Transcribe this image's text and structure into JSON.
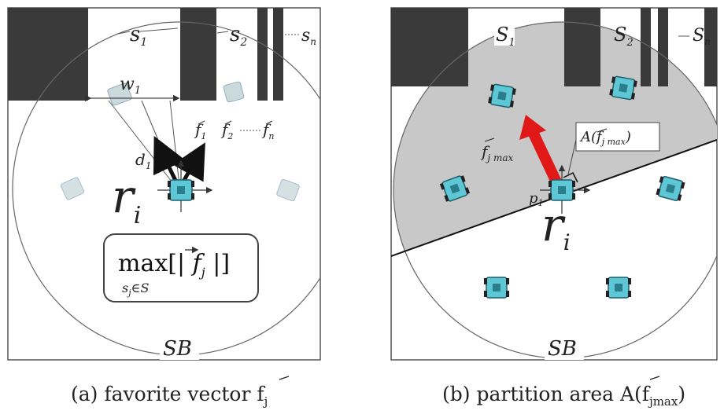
{
  "panel_a": {
    "slots": [
      "s",
      "s",
      "s"
    ],
    "slot_subs": [
      "1",
      "2",
      "n"
    ],
    "width_label": "w",
    "width_sub": "1",
    "distance_label": "d",
    "distance_sub": "1",
    "vectors": [
      "f",
      "f",
      "f"
    ],
    "vector_subs": [
      "1",
      "2",
      "n"
    ],
    "robot_label": "r",
    "robot_sub": "i",
    "formula_max": "max[| ",
    "formula_f": "f",
    "formula_j": "j",
    "formula_close": " |]",
    "formula_under": "s",
    "formula_under_sub": "j",
    "formula_under_rest": "∈S",
    "boundary_label": "SB",
    "caption": "(a) favorite vector f",
    "caption_sub": "j"
  },
  "panel_b": {
    "slots": [
      "S",
      "S",
      "S"
    ],
    "slot_subs": [
      "1",
      "2",
      "n"
    ],
    "area_label": "A(",
    "area_f": "f",
    "area_sub": "j max",
    "area_close": ")",
    "vector_label": "f",
    "vector_sub": "j max",
    "point_label": "p",
    "point_sub": "1",
    "robot_label": "r",
    "robot_sub": "i",
    "boundary_label": "SB",
    "caption": "(b) partition area A(f",
    "caption_sub": "jmax",
    "caption_close": ")"
  },
  "colors": {
    "wall": "#3a3a3a",
    "shaded": "#c8c8c8",
    "robot_body": "#5ec7d6",
    "arrow_red": "#e01818",
    "ghost_robot": "#c9d9dc"
  }
}
